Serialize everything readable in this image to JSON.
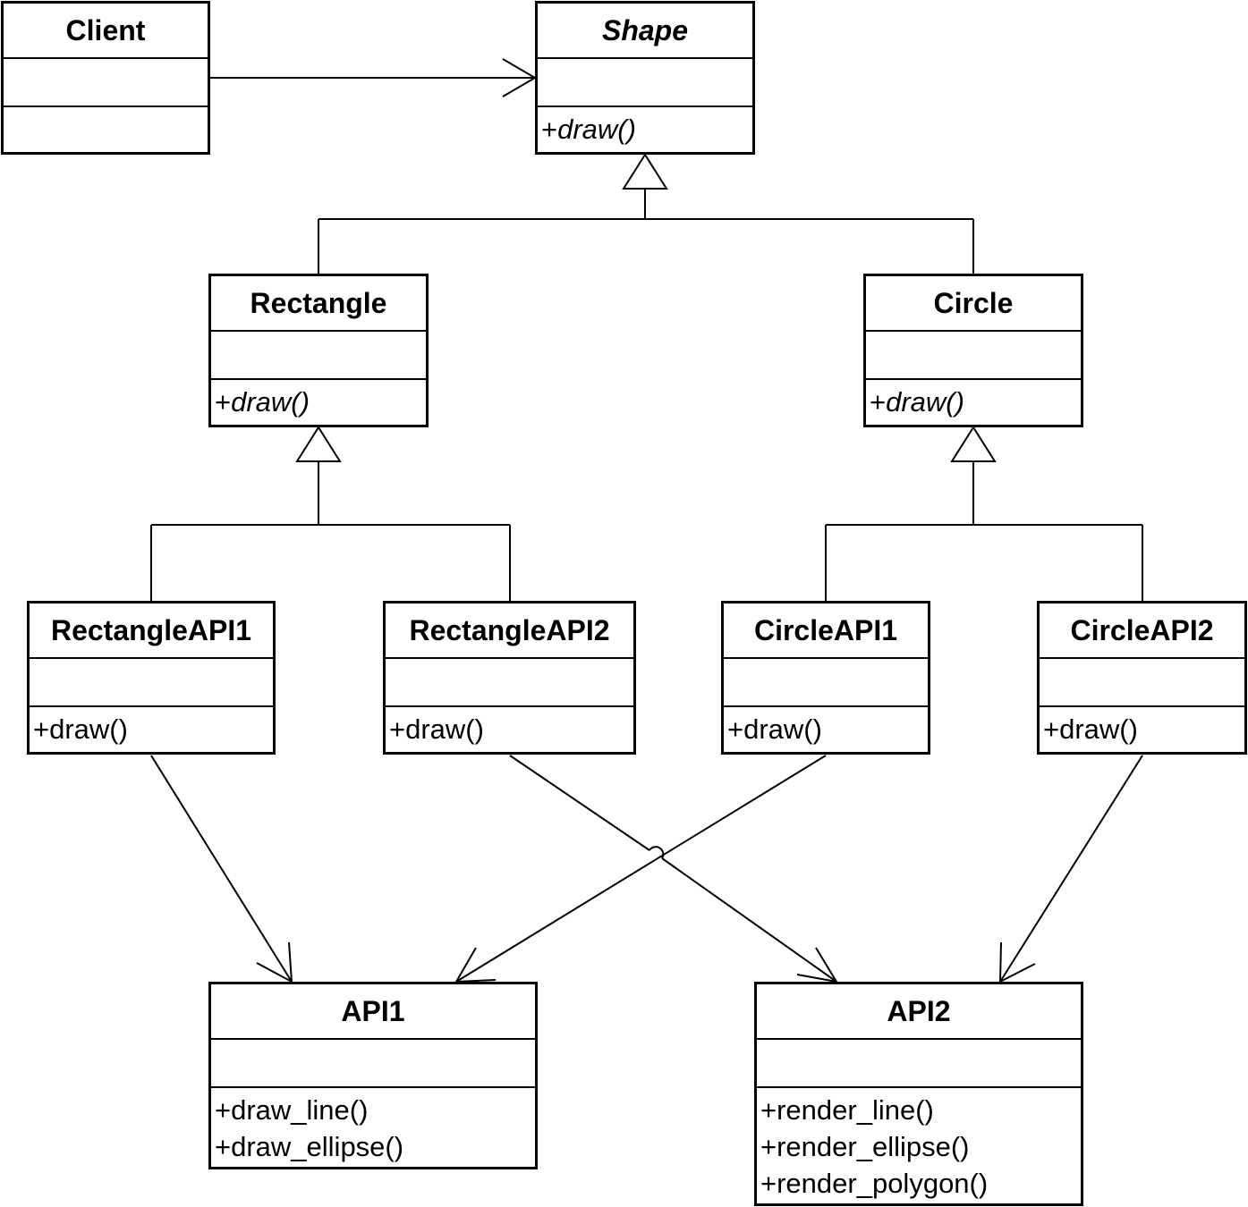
{
  "classes": {
    "client": {
      "name": "Client",
      "operations": []
    },
    "shape": {
      "name": "Shape",
      "operations": [
        "+draw()"
      ]
    },
    "rectangle": {
      "name": "Rectangle",
      "operations": [
        "+draw()"
      ]
    },
    "circle": {
      "name": "Circle",
      "operations": [
        "+draw()"
      ]
    },
    "rectangle_api1": {
      "name": "RectangleAPI1",
      "operations": [
        "+draw()"
      ]
    },
    "rectangle_api2": {
      "name": "RectangleAPI2",
      "operations": [
        "+draw()"
      ]
    },
    "circle_api1": {
      "name": "CircleAPI1",
      "operations": [
        "+draw()"
      ]
    },
    "circle_api2": {
      "name": "CircleAPI2",
      "operations": [
        "+draw()"
      ]
    },
    "api1": {
      "name": "API1",
      "operations": [
        "+draw_line()",
        "+draw_ellipse()"
      ]
    },
    "api2": {
      "name": "API2",
      "operations": [
        "+render_line()",
        "+render_ellipse()",
        "+render_polygon()"
      ]
    }
  },
  "relations": [
    {
      "type": "association",
      "from": "Client",
      "to": "Shape"
    },
    {
      "type": "generalization",
      "from": "Rectangle",
      "to": "Shape"
    },
    {
      "type": "generalization",
      "from": "Circle",
      "to": "Shape"
    },
    {
      "type": "generalization",
      "from": "RectangleAPI1",
      "to": "Rectangle"
    },
    {
      "type": "generalization",
      "from": "RectangleAPI2",
      "to": "Rectangle"
    },
    {
      "type": "generalization",
      "from": "CircleAPI1",
      "to": "Circle"
    },
    {
      "type": "generalization",
      "from": "CircleAPI2",
      "to": "Circle"
    },
    {
      "type": "association",
      "from": "RectangleAPI1",
      "to": "API1"
    },
    {
      "type": "association",
      "from": "RectangleAPI2",
      "to": "API2"
    },
    {
      "type": "association",
      "from": "CircleAPI1",
      "to": "API1"
    },
    {
      "type": "association",
      "from": "CircleAPI2",
      "to": "API2"
    }
  ]
}
